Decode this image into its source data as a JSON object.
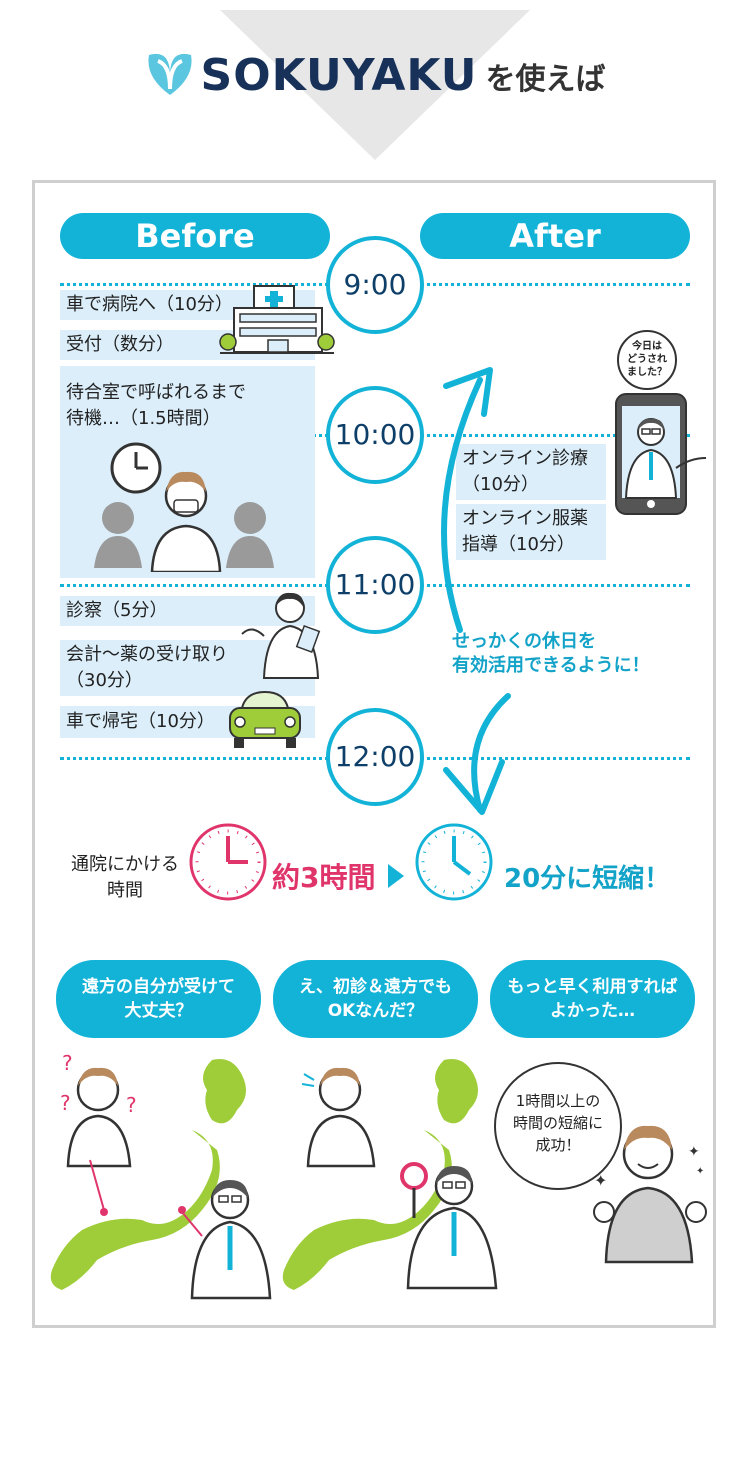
{
  "header": {
    "brand": "SOKUYAKU",
    "suffix": "を使えば"
  },
  "columns": {
    "before": "Before",
    "after": "After"
  },
  "times": [
    "9:00",
    "10:00",
    "11:00",
    "12:00"
  ],
  "before_steps": {
    "s1": "車で病院へ（10分）",
    "s2": "受付（数分）",
    "s3_line1": "待合室で呼ばれるまで",
    "s3_line2": "待機…（1.5時間）",
    "s4": "診察（5分）",
    "s5_line1": "会計〜薬の受け取り",
    "s5_line2": "（30分）",
    "s6": "車で帰宅（10分）"
  },
  "after_steps": {
    "a1_line1": "オンライン診療",
    "a1_line2": "（10分）",
    "a2_line1": "オンライン服薬",
    "a2_line2": "指導（10分）"
  },
  "phone_bubble": {
    "line1": "今日は",
    "line2": "どうされ",
    "line3": "ました？"
  },
  "holiday_text": {
    "line1": "せっかくの休日を",
    "line2": "有効活用できるように！"
  },
  "summary": {
    "label_line1": "通院にかける",
    "label_line2": "時間",
    "before_time": "約3時間",
    "after_time": "20分に短縮！"
  },
  "voices": [
    {
      "line1": "遠方の自分が受けて",
      "line2": "大丈夫？"
    },
    {
      "line1": "え、初診＆遠方でも",
      "line2": "OKなんだ？"
    },
    {
      "line1": "もっと早く利用すれば",
      "line2": "よかった…"
    }
  ],
  "success_bubble": {
    "line1": "1時間以上の",
    "line2": "時間の短縮に",
    "line3": "成功！"
  },
  "colors": {
    "accent": "#13b3d8",
    "navy": "#183159",
    "pink": "#e0356b",
    "light_blue": "#dbeefa",
    "map_green": "#9fcd3a"
  }
}
